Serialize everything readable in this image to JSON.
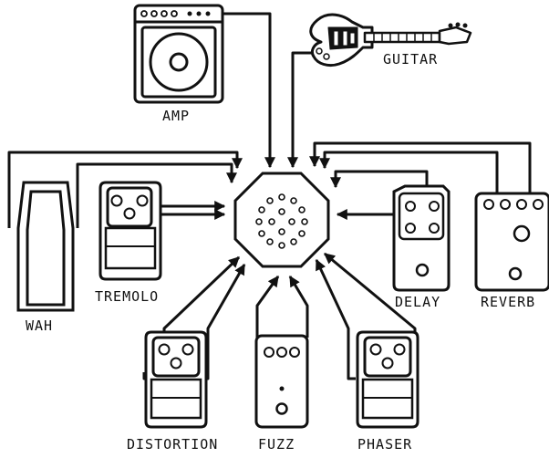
{
  "colors": {
    "ink": "#111111",
    "background": "#ffffff"
  },
  "devices": {
    "amp": {
      "label": "AMP",
      "icon": "amplifier-icon"
    },
    "guitar": {
      "label": "GUITAR",
      "icon": "electric-guitar-icon"
    },
    "wah": {
      "label": "WAH",
      "icon": "wah-pedal-icon"
    },
    "tremolo": {
      "label": "TREMOLO",
      "icon": "stompbox-pedal-icon"
    },
    "delay": {
      "label": "DELAY",
      "icon": "stompbox-pedal-icon"
    },
    "reverb": {
      "label": "REVERB",
      "icon": "stompbox-pedal-icon"
    },
    "distortion": {
      "label": "DISTORTION",
      "icon": "stompbox-pedal-icon"
    },
    "fuzz": {
      "label": "FUZZ",
      "icon": "stompbox-pedal-icon"
    },
    "phaser": {
      "label": "PHASER",
      "icon": "stompbox-pedal-icon"
    }
  },
  "hub": {
    "icon": "octagonal-patch-hub-icon"
  }
}
